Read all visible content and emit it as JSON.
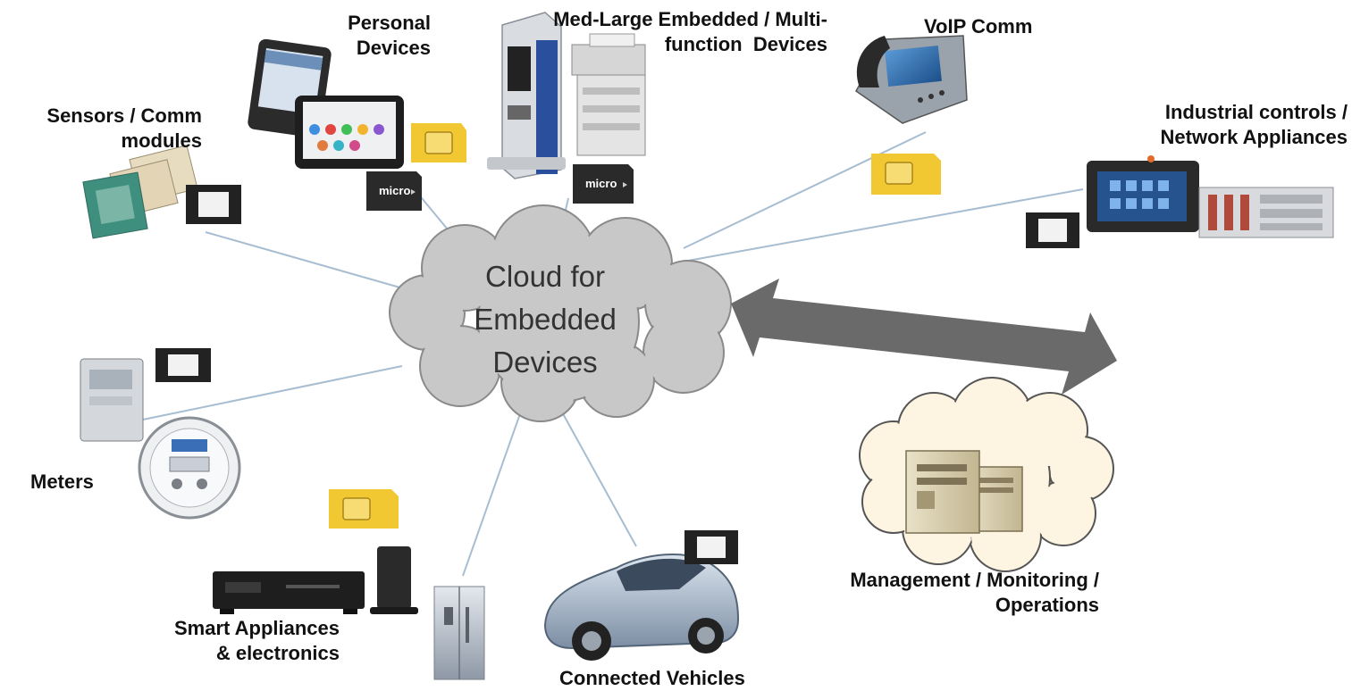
{
  "colors": {
    "line": "#a7bdd1",
    "cloud_fill": "#c8c8c8",
    "cloud_stroke": "#8a8a8a",
    "arrow": "#6a6a6a",
    "mgmt_cloud_fill": "#fdf5e2",
    "sim_gold": "#f2c832",
    "chip": "#222222",
    "label_text": "#111111",
    "cloud_text": "#333333"
  },
  "center": {
    "label_lines": [
      "Cloud for",
      "Embedded",
      "Devices"
    ]
  },
  "nodes": {
    "personal": "Personal\nDevices",
    "med_large": "Med-Large Embedded / Multi-\nfunction  Devices",
    "voip": "VoIP Comm",
    "industrial": "Industrial controls /\nNetwork Appliances",
    "sensors": "Sensors / Comm\nmodules",
    "meters": "Meters",
    "smart": "Smart Appliances\n& electronics",
    "vehicles": "Connected Vehicles",
    "management": "Management / Monitoring /\nOperations"
  },
  "icons": {
    "sim": "sim-card-icon",
    "micro_sd": "micro-sd-icon",
    "chip": "memory-chip-icon",
    "micro_sd_text": "micro"
  }
}
